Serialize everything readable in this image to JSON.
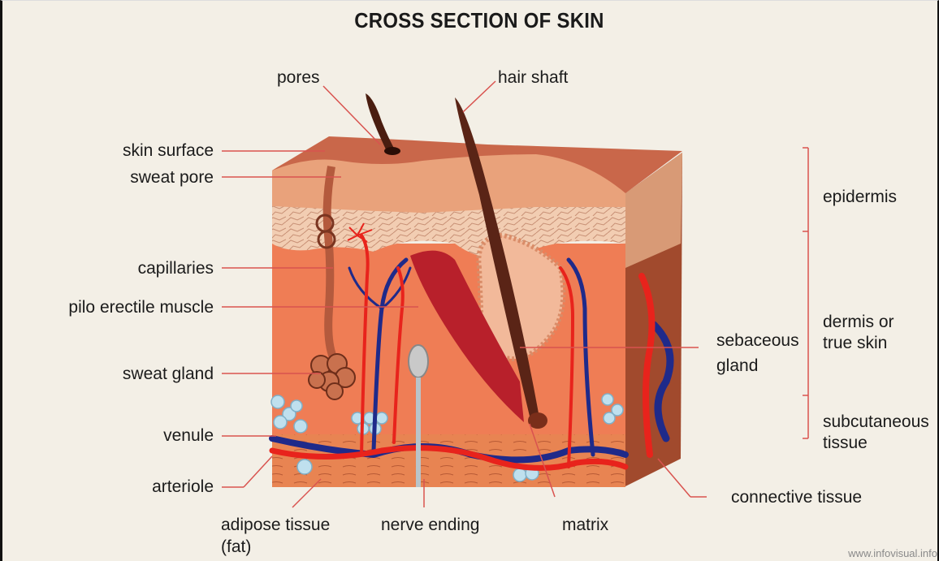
{
  "title": "CROSS SECTION OF SKIN",
  "labels": {
    "pores": "pores",
    "hair_shaft": "hair shaft",
    "skin_surface": "skin surface",
    "sweat_pore": "sweat pore",
    "capillaries": "capillaries",
    "pilo_erectile_muscle": "pilo erectile muscle",
    "sweat_gland": "sweat gland",
    "venule": "venule",
    "arteriole": "arteriole",
    "adipose_tissue": "adipose tissue",
    "adipose_fat": "(fat)",
    "nerve_ending": "nerve ending",
    "matrix": "matrix",
    "connective_tissue": "connective tissue",
    "sebaceous_gland_1": "sebaceous",
    "sebaceous_gland_2": "gland",
    "epidermis": "epidermis",
    "dermis_1": "dermis or",
    "dermis_2": "true skin",
    "subcutaneous_1": "subcutaneous",
    "subcutaneous_2": "tissue"
  },
  "watermark": "www.infovisual.info",
  "colors": {
    "leader_line": "#d9534f",
    "vein": "#1f2a8a",
    "artery": "#e8231c",
    "dermis": "#ef7d55",
    "epidermis": "#e9a27b",
    "hair": "#5a2416"
  }
}
